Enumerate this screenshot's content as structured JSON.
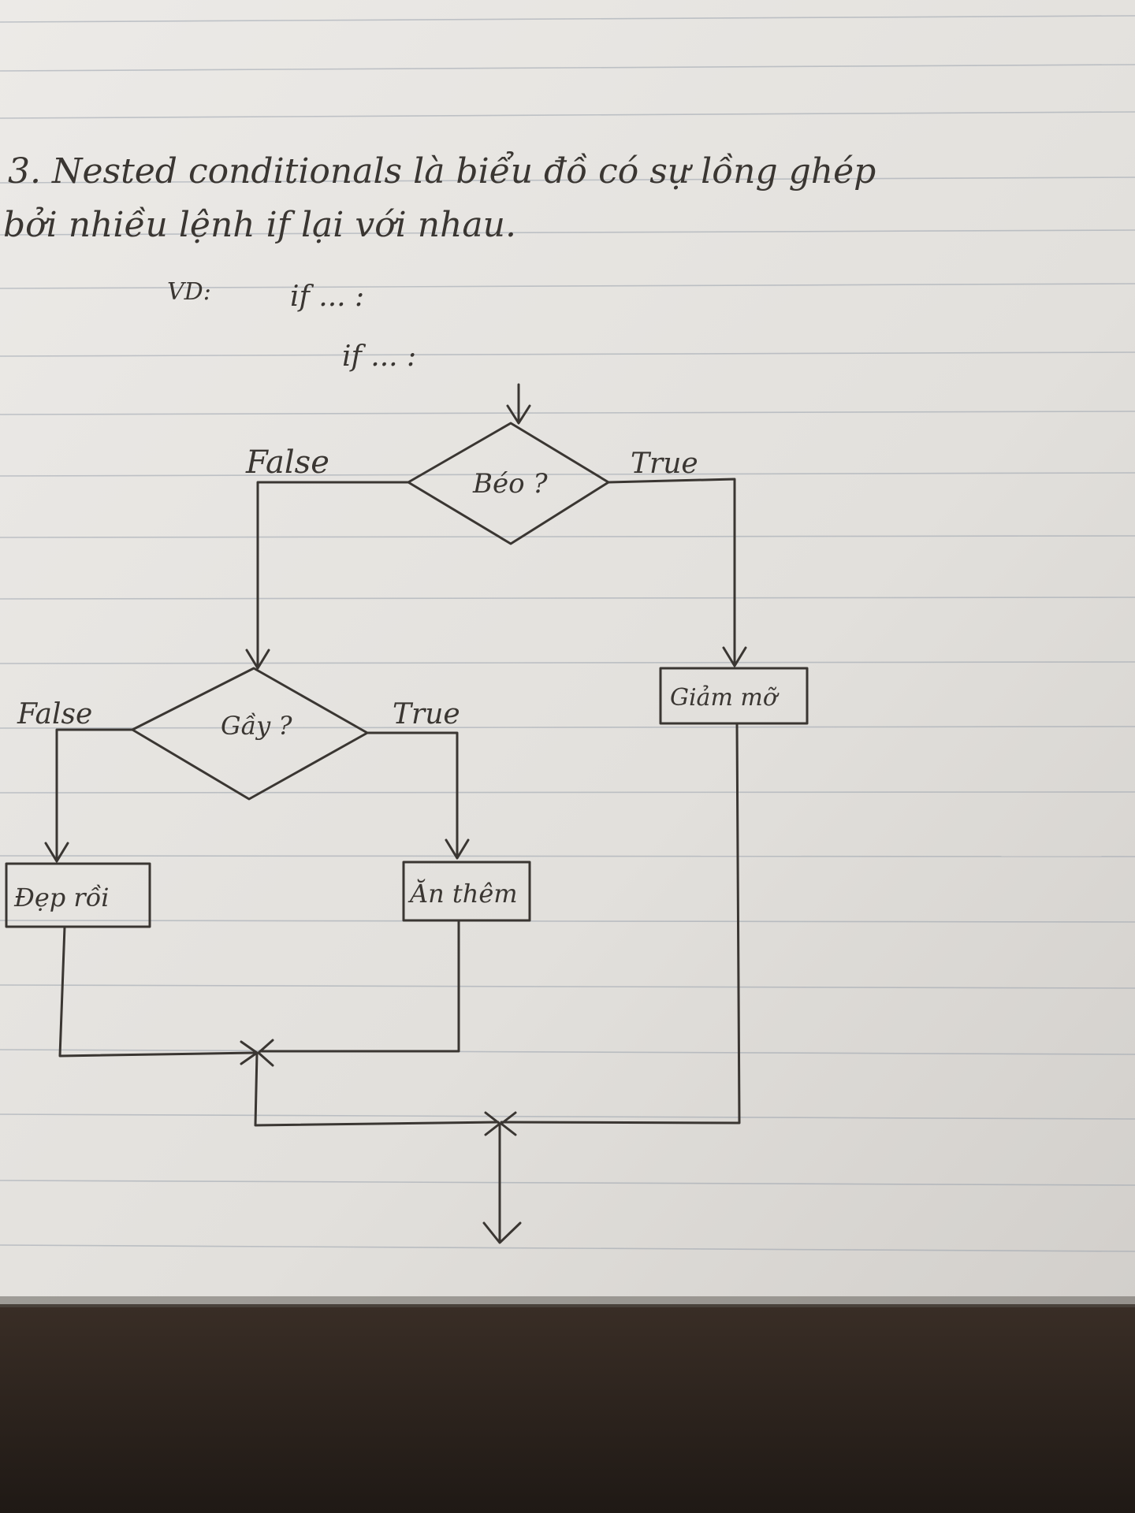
{
  "heading": {
    "line1": "3. Nested conditionals là biểu đồ có sự lồng ghép",
    "line2": "bởi nhiều lệnh if lại với nhau."
  },
  "example": {
    "label": "VD:",
    "line1": "if ... :",
    "line2": "if ... :"
  },
  "flowchart": {
    "decision1": "Béo ?",
    "decision1_false": "False",
    "decision1_true": "True",
    "decision2": "Gầy ?",
    "decision2_false": "False",
    "decision2_true": "True",
    "box_left": "Đẹp rồi",
    "box_middle": "Ăn thêm",
    "box_right": "Giảm mỡ"
  },
  "colors": {
    "paper": "#e6e4e1",
    "ink": "#3a3632",
    "rule": "#9aa2ad",
    "desk": "#2a221d"
  }
}
